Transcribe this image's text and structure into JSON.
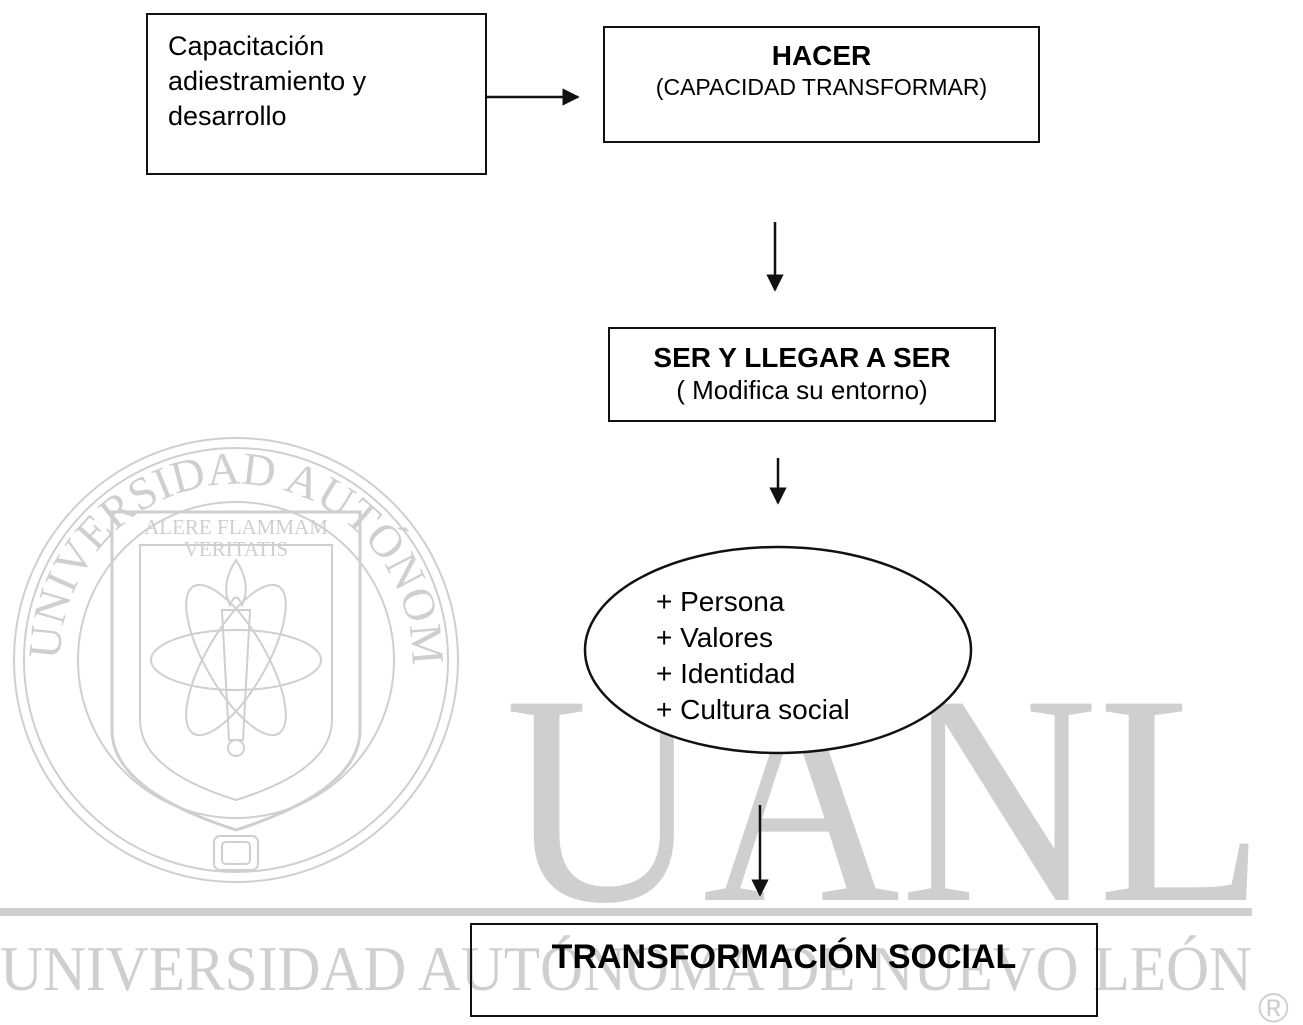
{
  "watermark": {
    "initials": "UANL",
    "university": "UNIVERSIDAD AUTÓNOMA DE NUEVO LEÓN",
    "seal_ring_text": "UNIVERSIDAD AUTÓNOMA DE NUEVO LEÓN",
    "seal_motto_line1": "ALERE FLAMMAM",
    "seal_motto_line2": "VERITATIS",
    "registered_mark": "®",
    "color": "#cfcfcf"
  },
  "diagram": {
    "training_box": {
      "line1": "Capacitación",
      "line2": "adiestramiento y",
      "line3": "desarrollo"
    },
    "hacer_box": {
      "title": "HACER",
      "subtitle": "(CAPACIDAD TRANSFORMAR)"
    },
    "ser_box": {
      "title": "SER Y LLEGAR A SER",
      "subtitle": "( Modifica su entorno)"
    },
    "ellipse_items": [
      "+ Persona",
      "+ Valores",
      "+ Identidad",
      "+ Cultura social"
    ],
    "result_box": {
      "title": "TRANSFORMACIÓN SOCIAL"
    }
  }
}
